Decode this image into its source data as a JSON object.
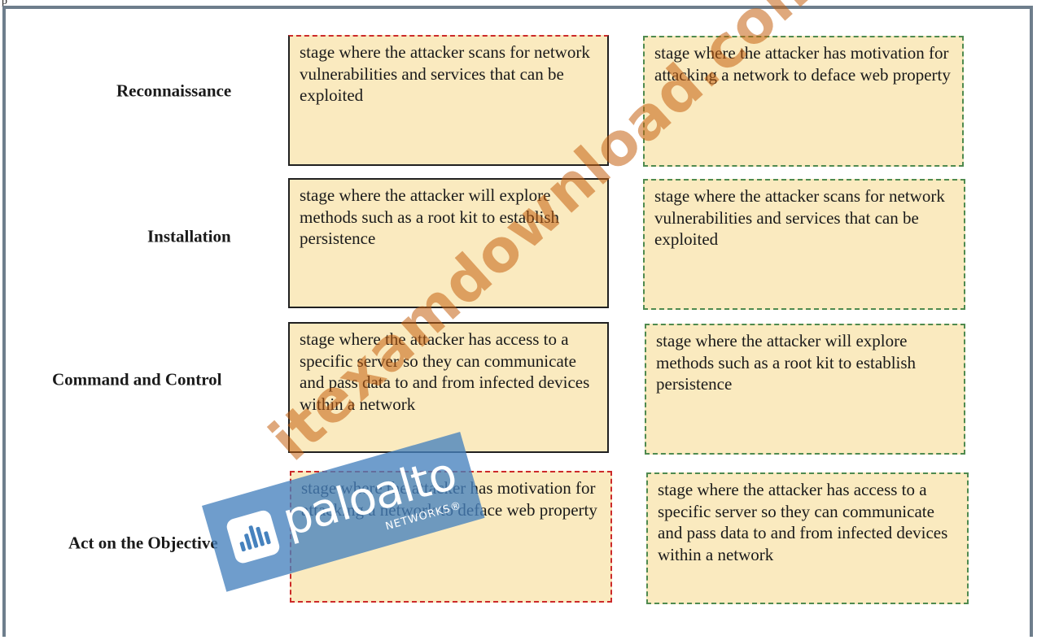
{
  "corner_mark": "p",
  "stages": [
    "Reconnaissance",
    "Installation",
    "Command and Control",
    "Act on the Objective"
  ],
  "answer_boxes": [
    "stage where the attacker scans for network vulnerabilities and services that can be exploited",
    "stage where the attacker will explore methods such as a root kit to establish persistence",
    "stage where the attacker has access to a specific server so they can communicate and pass data to and from infected devices within a network",
    "stage where the attacker has motivation for attacking a network to deface web property"
  ],
  "option_boxes": [
    "stage where the attacker has motivation for attacking a network to deface web property",
    "stage where the attacker scans for network vulnerabilities and services that can be exploited",
    "stage where the attacker will explore methods such as a root kit to establish persistence",
    "stage where the attacker has access to a specific server so they can communicate and pass data to and from infected devices within a network"
  ],
  "watermark": "itexamdownload.com",
  "logo": {
    "name": "paloalto",
    "subtitle": "NETWORKS®",
    "color": "#4682be"
  },
  "colors": {
    "box_fill": "#faeabf",
    "frame": "#6e7e8c",
    "red_dash": "#cc2a2a",
    "green_dash": "#4f8a4f"
  }
}
